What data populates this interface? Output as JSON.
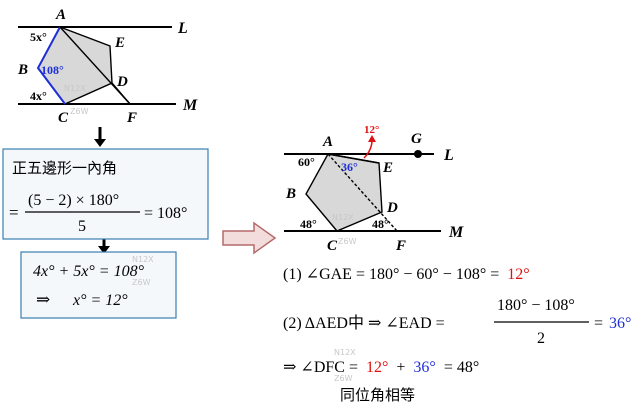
{
  "fig1": {
    "labels": {
      "A": "A",
      "B": "B",
      "C": "C",
      "D": "D",
      "E": "E",
      "F": "F",
      "L": "L",
      "M": "M"
    },
    "angle_a": "5x°",
    "angle_b": "108°",
    "angle_c": "4x°",
    "watermark": [
      "N12X",
      "Z6W"
    ]
  },
  "box1": {
    "line1": "正五邊形一內角",
    "eq_prefix": "=",
    "numerator": "(5 − 2) × 180°",
    "denominator": "5",
    "eq_result": "= 108°"
  },
  "box2": {
    "line1": "4x° + 5x° = 108°",
    "line2_arrow": "⇒",
    "line2_text": "x° = 12°",
    "watermark": [
      "N12X",
      "Z6W"
    ]
  },
  "fig2": {
    "labels": {
      "A": "A",
      "B": "B",
      "C": "C",
      "D": "D",
      "E": "E",
      "F": "F",
      "G": "G",
      "L": "L",
      "M": "M"
    },
    "angle_red": "12°",
    "angle_60": "60°",
    "angle_36": "36°",
    "angle_48_left": "48°",
    "angle_48_right": "48°",
    "watermark": [
      "N12X",
      "Z6W"
    ]
  },
  "solution": {
    "step1_prefix": "(1) ∠GAE = 180° − 60° − 108° =",
    "step1_result": "12°",
    "step2_prefix": "(2) ΔAED中 ⇒ ∠EAD =",
    "step2_num": "180° − 108°",
    "step2_den": "2",
    "step2_eq": "=",
    "step2_result": "36°",
    "step3_prefix": "⇒ ∠DFC =",
    "step3_a": "12°",
    "step3_plus": "+",
    "step3_b": "36°",
    "step3_tail": "= 48°",
    "footer": "同位角相等",
    "watermark": [
      "N12X",
      "Z6W"
    ]
  },
  "colors": {
    "blue": "#1f2fd6",
    "red": "#e01010",
    "shade": "#d8d8d8",
    "box_border": "#3a7fb0"
  }
}
